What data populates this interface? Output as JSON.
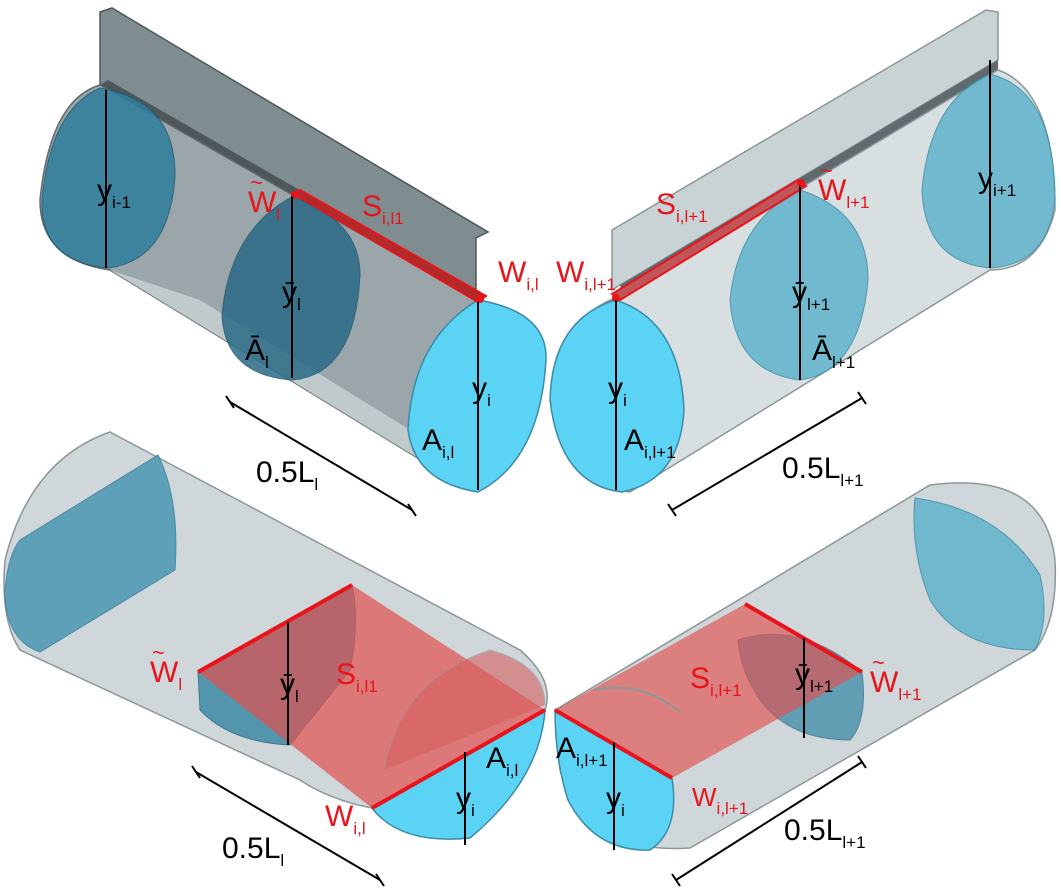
{
  "colors": {
    "shell_fill": "#b9c6ca",
    "shell_stroke": "#5e6a6e",
    "water_fill": "#5bd3f5",
    "water_dark": "#3d8aa6",
    "water_deep": "#2a6a86",
    "wall_fill": "#7f8c90",
    "wall_dark": "#4d5659",
    "red": "#e8141b",
    "red_translucent": "#e2504f"
  },
  "panels": {
    "top_left": {
      "y_prev": {
        "base": "y",
        "sub": "i-1"
      },
      "w_tilde": {
        "base": "W",
        "sub": "l",
        "tilde": "~"
      },
      "s": {
        "base": "S",
        "sub": "i,l1"
      },
      "y_bar": {
        "base": "ȳ",
        "sub": "l"
      },
      "a_bar": {
        "base": "Ā",
        "sub": "l"
      },
      "w": {
        "base": "W",
        "sub": "i,l"
      },
      "y": {
        "base": "y",
        "sub": "i"
      },
      "a": {
        "base": "A",
        "sub": "i,l"
      },
      "len": {
        "base": "0.5L",
        "sub": "l"
      }
    },
    "top_right": {
      "s": {
        "base": "S",
        "sub": "i,l+1"
      },
      "w_tilde": {
        "base": "W",
        "sub": "l+1",
        "tilde": "~"
      },
      "y_next": {
        "base": "y",
        "sub": "i+1"
      },
      "w": {
        "base": "W",
        "sub": "i,l+1"
      },
      "y_bar": {
        "base": "ȳ",
        "sub": "l+1"
      },
      "a_bar": {
        "base": "Ā",
        "sub": "l+1"
      },
      "y": {
        "base": "y",
        "sub": "i"
      },
      "a": {
        "base": "A",
        "sub": "i,l+1"
      },
      "len": {
        "base": "0.5L",
        "sub": "l+1"
      }
    },
    "bottom_left": {
      "w_tilde": {
        "base": "W",
        "sub": "l",
        "tilde": "~"
      },
      "y_bar": {
        "base": "ȳ",
        "sub": "l"
      },
      "s": {
        "base": "S",
        "sub": "i,l1"
      },
      "a": {
        "base": "A",
        "sub": "i,l"
      },
      "y": {
        "base": "y",
        "sub": "i"
      },
      "w": {
        "base": "W",
        "sub": "i,l"
      },
      "len": {
        "base": "0.5L",
        "sub": "l"
      }
    },
    "bottom_right": {
      "s": {
        "base": "S",
        "sub": "i,l+1"
      },
      "y_bar": {
        "base": "ȳ",
        "sub": "l+1"
      },
      "w_tilde": {
        "base": "W",
        "sub": "l+1",
        "tilde": "~"
      },
      "a": {
        "base": "A",
        "sub": "i,l+1"
      },
      "y": {
        "base": "y",
        "sub": "i"
      },
      "w": {
        "base": "W",
        "sub": "i,l+1"
      },
      "len": {
        "base": "0.5L",
        "sub": "l+1"
      }
    }
  }
}
